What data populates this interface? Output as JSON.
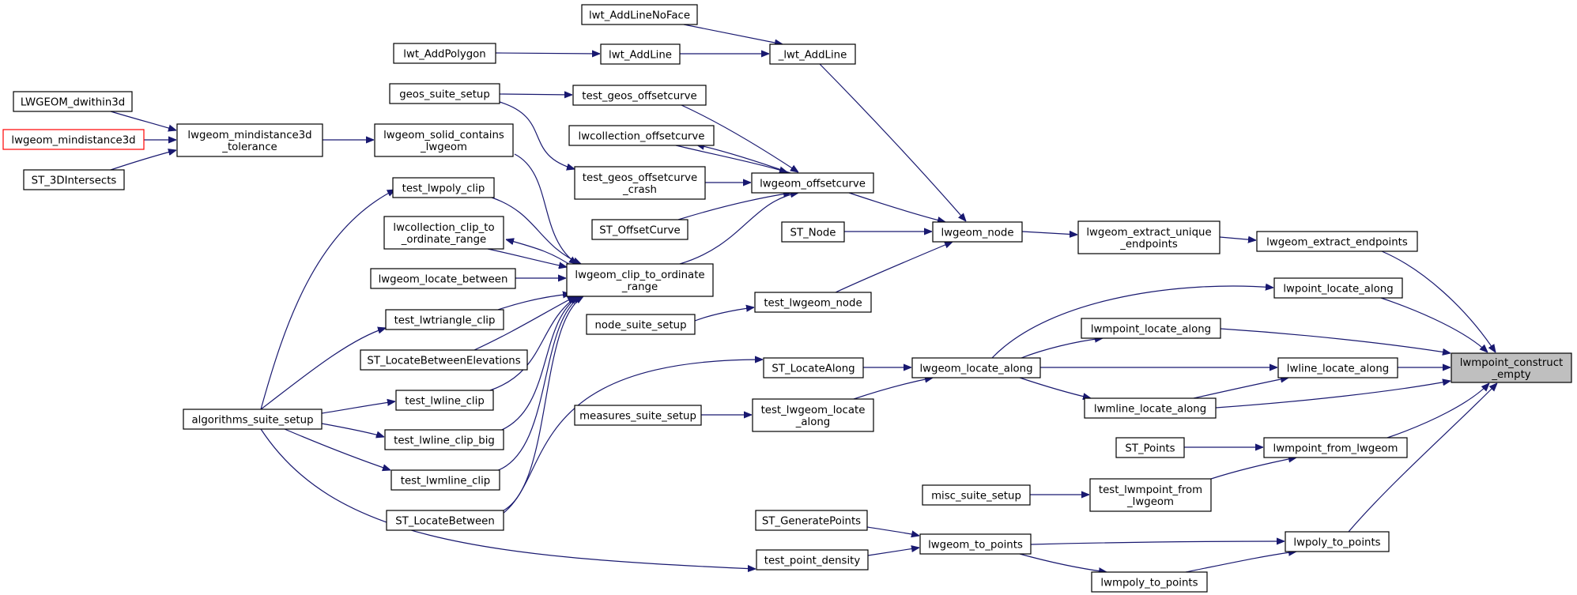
{
  "graph": {
    "root": "lwmpoint_construct_empty",
    "colors": {
      "edge": "#191970",
      "highlight_fill": "#bfbfbf",
      "external_border": "#ff0000"
    },
    "nodes": [
      {
        "id": "lwmpoint_construct_empty",
        "lines": [
          "lwmpoint_construct",
          "_empty"
        ],
        "style": "highlight"
      },
      {
        "id": "lwgeom_extract_endpoints",
        "lines": [
          "lwgeom_extract_endpoints"
        ]
      },
      {
        "id": "lwpoint_locate_along",
        "lines": [
          "lwpoint_locate_along"
        ]
      },
      {
        "id": "lwmpoint_locate_along",
        "lines": [
          "lwmpoint_locate_along"
        ]
      },
      {
        "id": "lwline_locate_along",
        "lines": [
          "lwline_locate_along"
        ]
      },
      {
        "id": "lwmline_locate_along",
        "lines": [
          "lwmline_locate_along"
        ]
      },
      {
        "id": "lwmpoint_from_lwgeom",
        "lines": [
          "lwmpoint_from_lwgeom"
        ]
      },
      {
        "id": "lwpoly_to_points",
        "lines": [
          "lwpoly_to_points"
        ]
      },
      {
        "id": "lwgeom_extract_unique_endpoints",
        "lines": [
          "lwgeom_extract_unique",
          "_endpoints"
        ]
      },
      {
        "id": "lwgeom_node",
        "lines": [
          "lwgeom_node"
        ]
      },
      {
        "id": "ST_Node",
        "lines": [
          "ST_Node"
        ]
      },
      {
        "id": "_lwt_AddLine",
        "lines": [
          "_lwt_AddLine"
        ]
      },
      {
        "id": "lwt_AddLineNoFace",
        "lines": [
          "lwt_AddLineNoFace"
        ]
      },
      {
        "id": "lwt_AddLine",
        "lines": [
          "lwt_AddLine"
        ]
      },
      {
        "id": "lwt_AddPolygon",
        "lines": [
          "lwt_AddPolygon"
        ]
      },
      {
        "id": "lwgeom_offsetcurve",
        "lines": [
          "lwgeom_offsetcurve"
        ]
      },
      {
        "id": "test_geos_offsetcurve",
        "lines": [
          "test_geos_offsetcurve"
        ]
      },
      {
        "id": "lwcollection_offsetcurve",
        "lines": [
          "lwcollection_offsetcurve"
        ]
      },
      {
        "id": "test_geos_offsetcurve_crash",
        "lines": [
          "test_geos_offsetcurve",
          "_crash"
        ]
      },
      {
        "id": "ST_OffsetCurve",
        "lines": [
          "ST_OffsetCurve"
        ]
      },
      {
        "id": "geos_suite_setup",
        "lines": [
          "geos_suite_setup"
        ]
      },
      {
        "id": "lwgeom_clip_to_ordinate_range",
        "lines": [
          "lwgeom_clip_to_ordinate",
          "_range"
        ]
      },
      {
        "id": "lwgeom_solid_contains_lwgeom",
        "lines": [
          "lwgeom_solid_contains",
          "_lwgeom"
        ]
      },
      {
        "id": "lwgeom_mindistance3d_tolerance",
        "lines": [
          "lwgeom_mindistance3d",
          "_tolerance"
        ]
      },
      {
        "id": "LWGEOM_dwithin3d",
        "lines": [
          "LWGEOM_dwithin3d"
        ]
      },
      {
        "id": "lwgeom_mindistance3d",
        "lines": [
          "lwgeom_mindistance3d"
        ],
        "style": "red"
      },
      {
        "id": "ST_3DIntersects",
        "lines": [
          "ST_3DIntersects"
        ]
      },
      {
        "id": "test_lwpoly_clip",
        "lines": [
          "test_lwpoly_clip"
        ]
      },
      {
        "id": "lwcollection_clip_to_ordinate_range",
        "lines": [
          "lwcollection_clip_to",
          "_ordinate_range"
        ]
      },
      {
        "id": "lwgeom_locate_between",
        "lines": [
          "lwgeom_locate_between"
        ]
      },
      {
        "id": "test_lwtriangle_clip",
        "lines": [
          "test_lwtriangle_clip"
        ]
      },
      {
        "id": "ST_LocateBetweenElevations",
        "lines": [
          "ST_LocateBetweenElevations"
        ]
      },
      {
        "id": "test_lwline_clip",
        "lines": [
          "test_lwline_clip"
        ]
      },
      {
        "id": "test_lwline_clip_big",
        "lines": [
          "test_lwline_clip_big"
        ]
      },
      {
        "id": "test_lwmline_clip",
        "lines": [
          "test_lwmline_clip"
        ]
      },
      {
        "id": "ST_LocateBetween",
        "lines": [
          "ST_LocateBetween"
        ]
      },
      {
        "id": "algorithms_suite_setup",
        "lines": [
          "algorithms_suite_setup"
        ]
      },
      {
        "id": "test_lwgeom_node",
        "lines": [
          "test_lwgeom_node"
        ]
      },
      {
        "id": "node_suite_setup",
        "lines": [
          "node_suite_setup"
        ]
      },
      {
        "id": "lwgeom_locate_along",
        "lines": [
          "lwgeom_locate_along"
        ]
      },
      {
        "id": "ST_LocateAlong",
        "lines": [
          "ST_LocateAlong"
        ]
      },
      {
        "id": "test_lwgeom_locate_along",
        "lines": [
          "test_lwgeom_locate",
          "_along"
        ]
      },
      {
        "id": "measures_suite_setup",
        "lines": [
          "measures_suite_setup"
        ]
      },
      {
        "id": "ST_Points",
        "lines": [
          "ST_Points"
        ]
      },
      {
        "id": "test_lwmpoint_from_lwgeom",
        "lines": [
          "test_lwmpoint_from",
          "_lwgeom"
        ]
      },
      {
        "id": "misc_suite_setup",
        "lines": [
          "misc_suite_setup"
        ]
      },
      {
        "id": "lwgeom_to_points",
        "lines": [
          "lwgeom_to_points"
        ]
      },
      {
        "id": "ST_GeneratePoints",
        "lines": [
          "ST_GeneratePoints"
        ]
      },
      {
        "id": "test_point_density",
        "lines": [
          "test_point_density"
        ]
      },
      {
        "id": "lwmpoly_to_points",
        "lines": [
          "lwmpoly_to_points"
        ]
      }
    ],
    "edges": [
      {
        "from": "lwgeom_extract_endpoints",
        "to": "lwmpoint_construct_empty"
      },
      {
        "from": "lwpoint_locate_along",
        "to": "lwmpoint_construct_empty"
      },
      {
        "from": "lwmpoint_locate_along",
        "to": "lwmpoint_construct_empty"
      },
      {
        "from": "lwline_locate_along",
        "to": "lwmpoint_construct_empty"
      },
      {
        "from": "lwmline_locate_along",
        "to": "lwmpoint_construct_empty"
      },
      {
        "from": "lwmpoint_from_lwgeom",
        "to": "lwmpoint_construct_empty"
      },
      {
        "from": "lwpoly_to_points",
        "to": "lwmpoint_construct_empty"
      },
      {
        "from": "lwgeom_extract_unique_endpoints",
        "to": "lwgeom_extract_endpoints"
      },
      {
        "from": "lwgeom_node",
        "to": "lwgeom_extract_unique_endpoints"
      },
      {
        "from": "ST_Node",
        "to": "lwgeom_node"
      },
      {
        "from": "_lwt_AddLine",
        "to": "lwgeom_node"
      },
      {
        "from": "lwgeom_offsetcurve",
        "to": "lwgeom_node"
      },
      {
        "from": "test_lwgeom_node",
        "to": "lwgeom_node"
      },
      {
        "from": "lwt_AddLineNoFace",
        "to": "_lwt_AddLine"
      },
      {
        "from": "lwt_AddLine",
        "to": "_lwt_AddLine"
      },
      {
        "from": "lwt_AddPolygon",
        "to": "lwt_AddLine"
      },
      {
        "from": "test_geos_offsetcurve",
        "to": "lwgeom_offsetcurve"
      },
      {
        "from": "lwgeom_offsetcurve",
        "to": "lwcollection_offsetcurve"
      },
      {
        "from": "lwcollection_offsetcurve",
        "to": "lwgeom_offsetcurve"
      },
      {
        "from": "test_geos_offsetcurve_crash",
        "to": "lwgeom_offsetcurve"
      },
      {
        "from": "ST_OffsetCurve",
        "to": "lwgeom_offsetcurve"
      },
      {
        "from": "lwgeom_clip_to_ordinate_range",
        "to": "lwgeom_offsetcurve"
      },
      {
        "from": "geos_suite_setup",
        "to": "test_geos_offsetcurve"
      },
      {
        "from": "geos_suite_setup",
        "to": "test_geos_offsetcurve_crash"
      },
      {
        "from": "lwgeom_solid_contains_lwgeom",
        "to": "lwgeom_clip_to_ordinate_range"
      },
      {
        "from": "test_lwpoly_clip",
        "to": "lwgeom_clip_to_ordinate_range"
      },
      {
        "from": "lwgeom_clip_to_ordinate_range",
        "to": "lwcollection_clip_to_ordinate_range"
      },
      {
        "from": "lwcollection_clip_to_ordinate_range",
        "to": "lwgeom_clip_to_ordinate_range"
      },
      {
        "from": "lwgeom_locate_between",
        "to": "lwgeom_clip_to_ordinate_range"
      },
      {
        "from": "test_lwtriangle_clip",
        "to": "lwgeom_clip_to_ordinate_range"
      },
      {
        "from": "ST_LocateBetweenElevations",
        "to": "lwgeom_clip_to_ordinate_range"
      },
      {
        "from": "test_lwline_clip",
        "to": "lwgeom_clip_to_ordinate_range"
      },
      {
        "from": "test_lwline_clip_big",
        "to": "lwgeom_clip_to_ordinate_range"
      },
      {
        "from": "test_lwmline_clip",
        "to": "lwgeom_clip_to_ordinate_range"
      },
      {
        "from": "ST_LocateBetween",
        "to": "lwgeom_clip_to_ordinate_range"
      },
      {
        "from": "lwgeom_mindistance3d_tolerance",
        "to": "lwgeom_solid_contains_lwgeom"
      },
      {
        "from": "LWGEOM_dwithin3d",
        "to": "lwgeom_mindistance3d_tolerance"
      },
      {
        "from": "lwgeom_mindistance3d",
        "to": "lwgeom_mindistance3d_tolerance"
      },
      {
        "from": "ST_3DIntersects",
        "to": "lwgeom_mindistance3d_tolerance"
      },
      {
        "from": "algorithms_suite_setup",
        "to": "test_lwpoly_clip"
      },
      {
        "from": "algorithms_suite_setup",
        "to": "test_lwtriangle_clip"
      },
      {
        "from": "algorithms_suite_setup",
        "to": "test_lwline_clip"
      },
      {
        "from": "algorithms_suite_setup",
        "to": "test_lwline_clip_big"
      },
      {
        "from": "algorithms_suite_setup",
        "to": "test_lwmline_clip"
      },
      {
        "from": "algorithms_suite_setup",
        "to": "test_point_density"
      },
      {
        "from": "node_suite_setup",
        "to": "test_lwgeom_node"
      },
      {
        "from": "lwgeom_locate_along",
        "to": "lwpoint_locate_along"
      },
      {
        "from": "lwgeom_locate_along",
        "to": "lwmpoint_locate_along"
      },
      {
        "from": "lwgeom_locate_along",
        "to": "lwline_locate_along"
      },
      {
        "from": "lwgeom_locate_along",
        "to": "lwmline_locate_along"
      },
      {
        "from": "lwmline_locate_along",
        "to": "lwline_locate_along"
      },
      {
        "from": "ST_LocateAlong",
        "to": "lwgeom_locate_along"
      },
      {
        "from": "test_lwgeom_locate_along",
        "to": "lwgeom_locate_along"
      },
      {
        "from": "ST_LocateBetween",
        "to": "ST_LocateAlong"
      },
      {
        "from": "measures_suite_setup",
        "to": "test_lwgeom_locate_along"
      },
      {
        "from": "ST_Points",
        "to": "lwmpoint_from_lwgeom"
      },
      {
        "from": "test_lwmpoint_from_lwgeom",
        "to": "lwmpoint_from_lwgeom"
      },
      {
        "from": "misc_suite_setup",
        "to": "test_lwmpoint_from_lwgeom"
      },
      {
        "from": "lwgeom_to_points",
        "to": "lwpoly_to_points"
      },
      {
        "from": "lwmpoly_to_points",
        "to": "lwpoly_to_points"
      },
      {
        "from": "lwgeom_to_points",
        "to": "lwmpoly_to_points"
      },
      {
        "from": "ST_GeneratePoints",
        "to": "lwgeom_to_points"
      },
      {
        "from": "test_point_density",
        "to": "lwgeom_to_points"
      }
    ]
  }
}
